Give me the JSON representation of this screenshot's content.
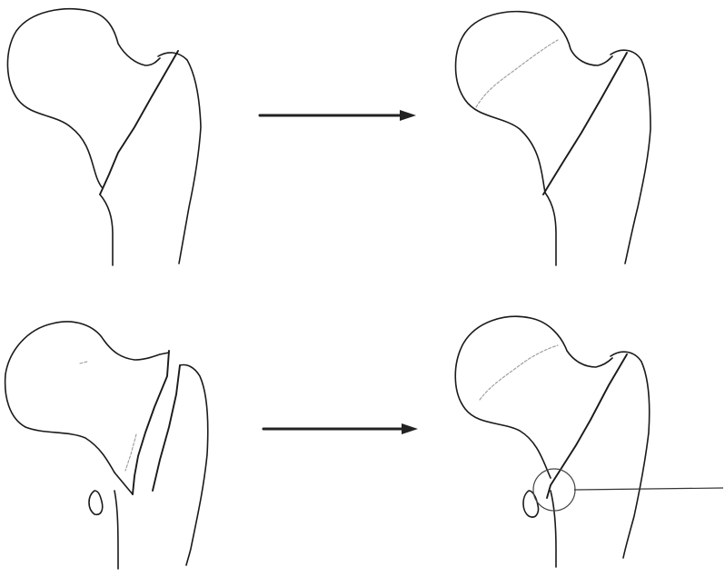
{
  "diagram": {
    "panels": [
      {
        "row": 1,
        "col": 1,
        "state": "displaced-fracture"
      },
      {
        "row": 1,
        "col": 2,
        "state": "reduced-healed"
      },
      {
        "row": 2,
        "col": 1,
        "state": "displaced-fracture-with-fragment"
      },
      {
        "row": 2,
        "col": 2,
        "state": "reduced-with-callout"
      }
    ],
    "arrows": [
      {
        "row": 1,
        "direction": "right"
      },
      {
        "row": 2,
        "direction": "right"
      }
    ],
    "colors": {
      "line": "#1a1a1a",
      "faint_line": "#9a9a9a",
      "arrow": "#222222",
      "background": "#ffffff"
    }
  }
}
